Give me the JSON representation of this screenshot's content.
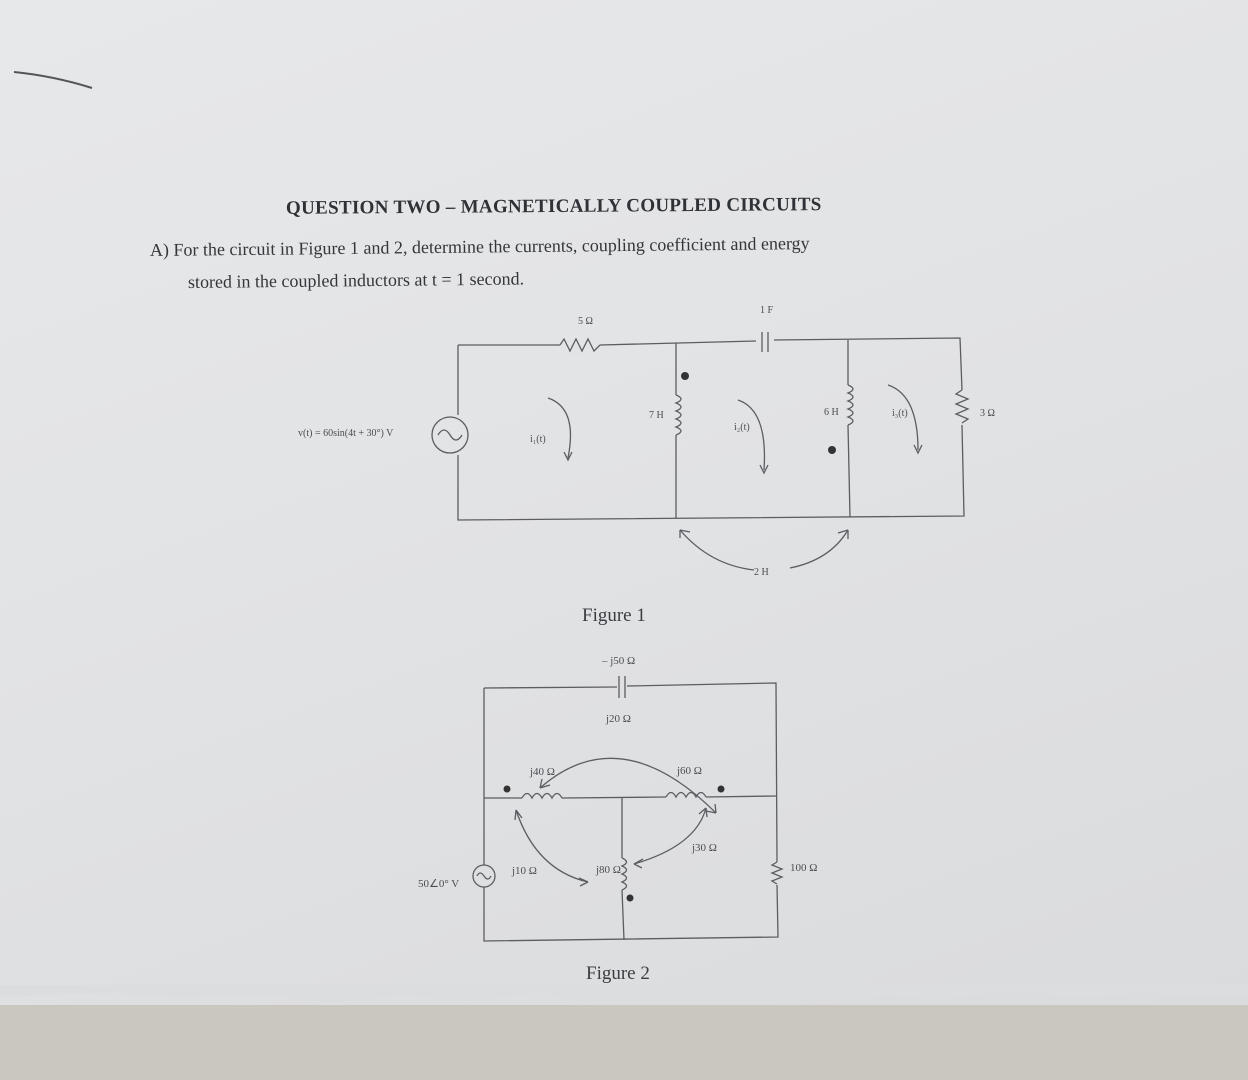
{
  "document": {
    "title": "QUESTION TWO – MAGNETICALLY COUPLED CIRCUITS",
    "question_line1": "A) For the circuit in Figure 1 and 2, determine the currents, coupling coefficient and energy",
    "question_line2": "stored in the coupled inductors at t = 1 second."
  },
  "figure1": {
    "caption": "Figure 1",
    "source": "v(t) = 60sin(4t + 30°) V",
    "r1": "5 Ω",
    "c1": "1 F",
    "l1": "7 H",
    "l2": "6 H",
    "r2": "3 Ω",
    "mutual": "2 H",
    "i1": "i₁(t)",
    "i2": "i₂(t)",
    "i3": "i₃(t)"
  },
  "figure2": {
    "caption": "Figure 2",
    "source": "50∠0° V",
    "cap": "– j50 Ω",
    "m_top": "j20 Ω",
    "l_left": "j40 Ω",
    "l_right": "j60 Ω",
    "m_right": "j30 Ω",
    "m_left": "j10 Ω",
    "l_mid": "j80 Ω",
    "r_right": "100 Ω"
  },
  "colors": {
    "paper": "#e2e3e5",
    "ink": "#33363a",
    "table": "#c9c7bf"
  }
}
